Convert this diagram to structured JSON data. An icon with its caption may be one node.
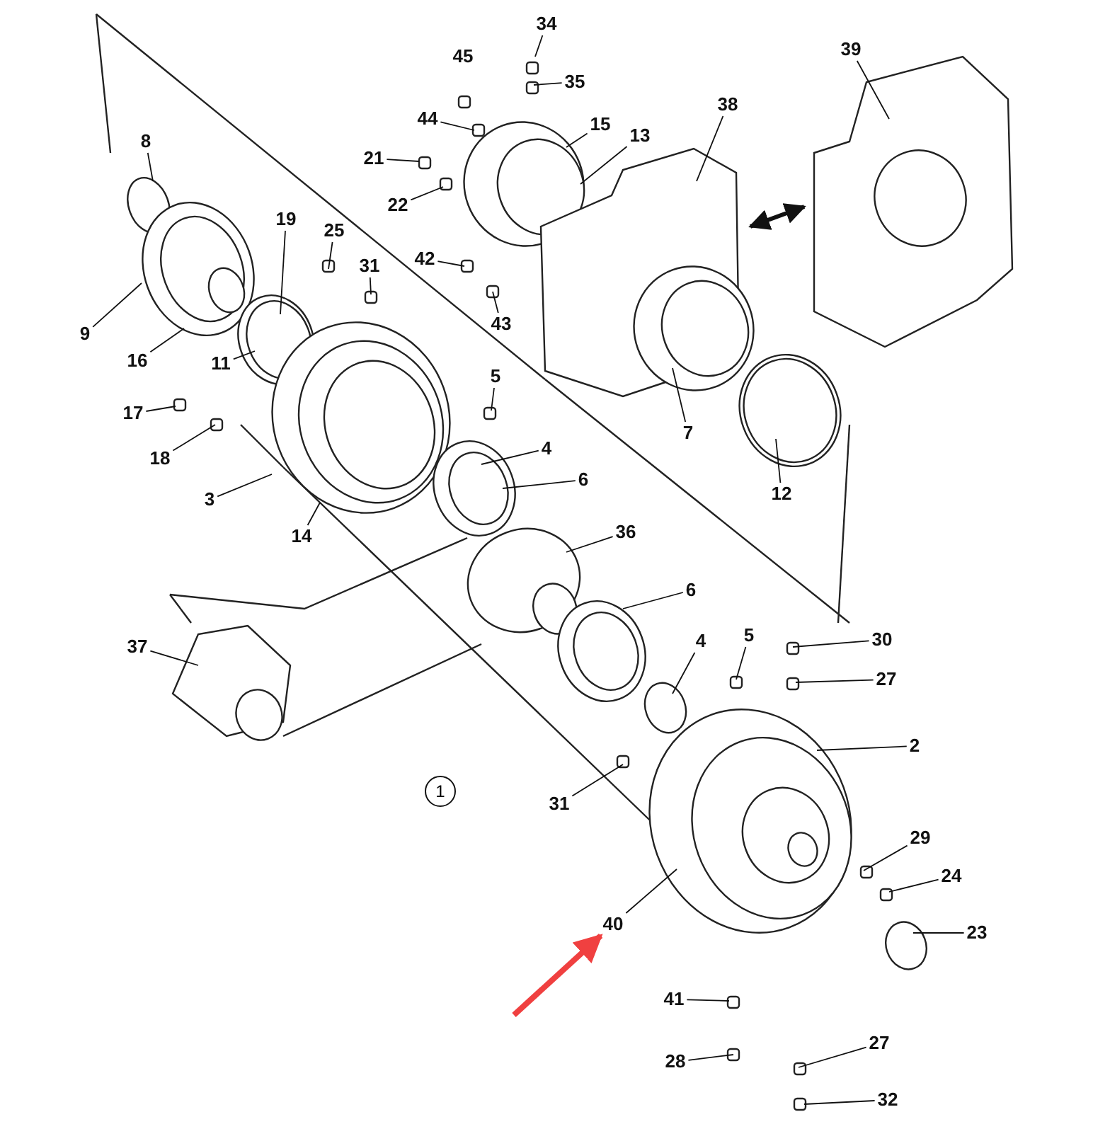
{
  "diagram": {
    "nodes": [
      {
        "text": [
          "34"
        ]
      },
      {
        "text": [
          "35"
        ]
      },
      {
        "text": [
          "44"
        ]
      },
      {
        "text": [
          "15"
        ]
      },
      {
        "text": [
          "13"
        ]
      },
      {
        "text": [
          "38"
        ]
      },
      {
        "text": [
          "39"
        ]
      },
      {
        "text": [
          "21"
        ]
      },
      {
        "text": [
          "22"
        ]
      },
      {
        "text": [
          "8"
        ]
      },
      {
        "text": [
          "19"
        ]
      },
      {
        "text": [
          "25"
        ]
      },
      {
        "text": [
          "31"
        ]
      },
      {
        "text": [
          "9"
        ]
      },
      {
        "text": [
          "16"
        ]
      },
      {
        "text": [
          "11"
        ]
      },
      {
        "text": [
          "42"
        ]
      },
      {
        "text": [
          "43"
        ]
      },
      {
        "text": [
          "5"
        ]
      },
      {
        "text": [
          "17"
        ]
      },
      {
        "text": [
          "18"
        ]
      },
      {
        "text": [
          "3"
        ]
      },
      {
        "text": [
          "14"
        ]
      },
      {
        "text": [
          "4"
        ]
      },
      {
        "text": [
          "6"
        ]
      },
      {
        "text": [
          "7"
        ]
      },
      {
        "text": [
          "12"
        ]
      },
      {
        "text": [
          "36"
        ]
      },
      {
        "text": [
          "37"
        ]
      },
      {
        "text": [
          "6"
        ]
      },
      {
        "text": [
          "5"
        ]
      },
      {
        "text": [
          "4"
        ]
      },
      {
        "text": [
          "30"
        ]
      },
      {
        "text": [
          "27"
        ]
      },
      {
        "text": [
          "2"
        ]
      },
      {
        "text": [
          "1"
        ]
      },
      {
        "text": [
          "31"
        ]
      },
      {
        "text": [
          "29"
        ]
      },
      {
        "text": [
          "24"
        ]
      },
      {
        "text": [
          "40"
        ]
      },
      {
        "text": [
          "23"
        ]
      },
      {
        "text": [
          "41"
        ]
      },
      {
        "text": [
          "27"
        ]
      },
      {
        "text": [
          "28"
        ]
      },
      {
        "text": [
          "32"
        ]
      }
    ],
    "edges": [
      {
        "from": 0,
        "to": null,
        "arrow": "none"
      },
      {
        "from": 1,
        "to": null,
        "arrow": "none"
      },
      {
        "from": 2,
        "to": null,
        "arrow": "none"
      },
      {
        "from": 3,
        "to": null,
        "arrow": "none"
      },
      {
        "from": 4,
        "to": null,
        "arrow": "none"
      },
      {
        "from": 5,
        "to": null,
        "arrow": "none"
      },
      {
        "from": 6,
        "to": null,
        "arrow": "none"
      },
      {
        "from": 7,
        "to": null,
        "arrow": "none"
      },
      {
        "from": 8,
        "to": null,
        "arrow": "none"
      },
      {
        "from": 9,
        "to": null,
        "arrow": "none"
      },
      {
        "from": 10,
        "to": null,
        "arrow": "none"
      },
      {
        "from": 11,
        "to": null,
        "arrow": "none"
      },
      {
        "from": 12,
        "to": null,
        "arrow": "none"
      },
      {
        "from": 13,
        "to": null,
        "arrow": "none"
      },
      {
        "from": 14,
        "to": null,
        "arrow": "none"
      },
      {
        "from": 15,
        "to": null,
        "arrow": "none"
      },
      {
        "from": 16,
        "to": null,
        "arrow": "none"
      },
      {
        "from": 17,
        "to": null,
        "arrow": "none"
      },
      {
        "from": 18,
        "to": null,
        "arrow": "none"
      },
      {
        "from": 19,
        "to": null,
        "arrow": "none"
      },
      {
        "from": 20,
        "to": null,
        "arrow": "none"
      },
      {
        "from": 21,
        "to": null,
        "arrow": "none"
      },
      {
        "from": 22,
        "to": null,
        "arrow": "none"
      },
      {
        "from": 23,
        "to": null,
        "arrow": "none"
      },
      {
        "from": 24,
        "to": null,
        "arrow": "none"
      },
      {
        "from": 25,
        "to": null,
        "arrow": "none"
      },
      {
        "from": 26,
        "to": null,
        "arrow": "none"
      },
      {
        "from": 27,
        "to": null,
        "arrow": "none"
      },
      {
        "from": 28,
        "to": null,
        "arrow": "none"
      },
      {
        "from": 29,
        "to": null,
        "arrow": "none"
      },
      {
        "from": 30,
        "to": null,
        "arrow": "none"
      },
      {
        "from": 31,
        "to": null,
        "arrow": "none"
      },
      {
        "from": 32,
        "to": null,
        "arrow": "none"
      },
      {
        "from": 33,
        "to": null,
        "arrow": "none"
      },
      {
        "from": 34,
        "to": null,
        "arrow": "none"
      },
      {
        "from": 36,
        "to": null,
        "arrow": "none"
      },
      {
        "from": 37,
        "to": null,
        "arrow": "none"
      },
      {
        "from": 38,
        "to": null,
        "arrow": "none"
      },
      {
        "from": 39,
        "to": null,
        "arrow": "none"
      },
      {
        "from": 40,
        "to": null,
        "arrow": "none"
      },
      {
        "from": 41,
        "to": null,
        "arrow": "none"
      },
      {
        "from": 42,
        "to": null,
        "arrow": "none"
      },
      {
        "from": 43,
        "to": null,
        "arrow": "none"
      },
      {
        "from": 44,
        "to": null,
        "arrow": "none"
      },
      {
        "from": null,
        "to": 39,
        "arrow": "to",
        "style": "thick",
        "color": "#f04040"
      }
    ],
    "labels": [
      "45"
    ]
  }
}
